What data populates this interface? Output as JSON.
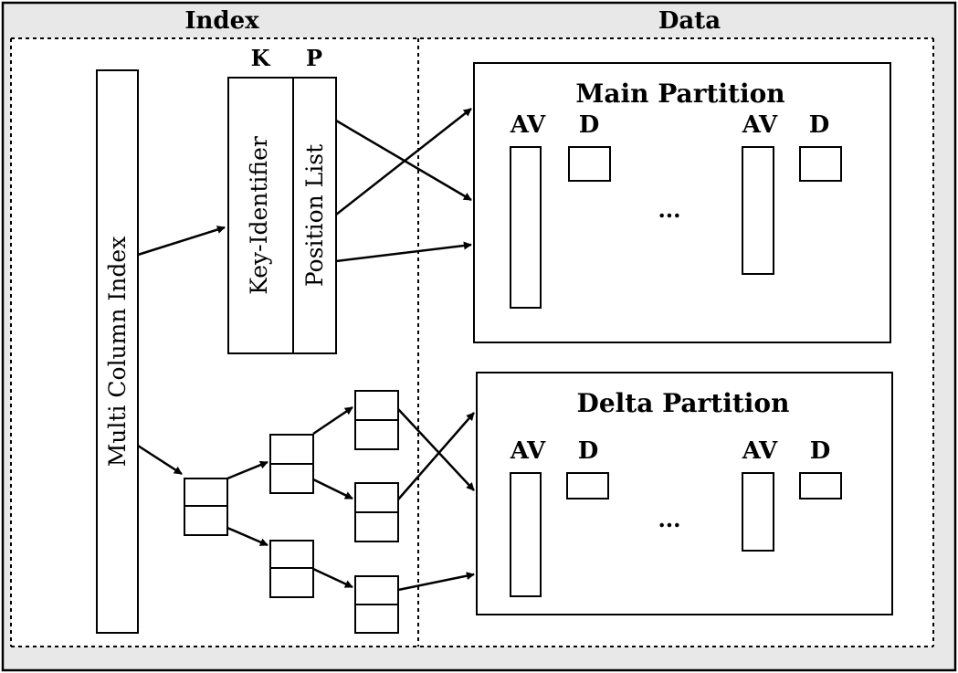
{
  "sections": {
    "index_title": "Index",
    "data_title": "Data"
  },
  "index": {
    "multi_column_label": "Multi Column Index",
    "key_column_header": "K",
    "position_column_header": "P",
    "key_column_label": "Key-Identifier",
    "position_column_label": "Position List"
  },
  "partitions": {
    "main": {
      "title": "Main Partition",
      "av_label_1": "AV",
      "d_label_1": "D",
      "av_label_2": "AV",
      "d_label_2": "D",
      "ellipsis": "..."
    },
    "delta": {
      "title": "Delta Partition",
      "av_label_1": "AV",
      "d_label_1": "D",
      "av_label_2": "AV",
      "d_label_2": "D",
      "ellipsis": "..."
    }
  },
  "colors": {
    "outer_background": "#e8e8e8",
    "panel_background": "#ffffff",
    "stroke": "#000000"
  }
}
